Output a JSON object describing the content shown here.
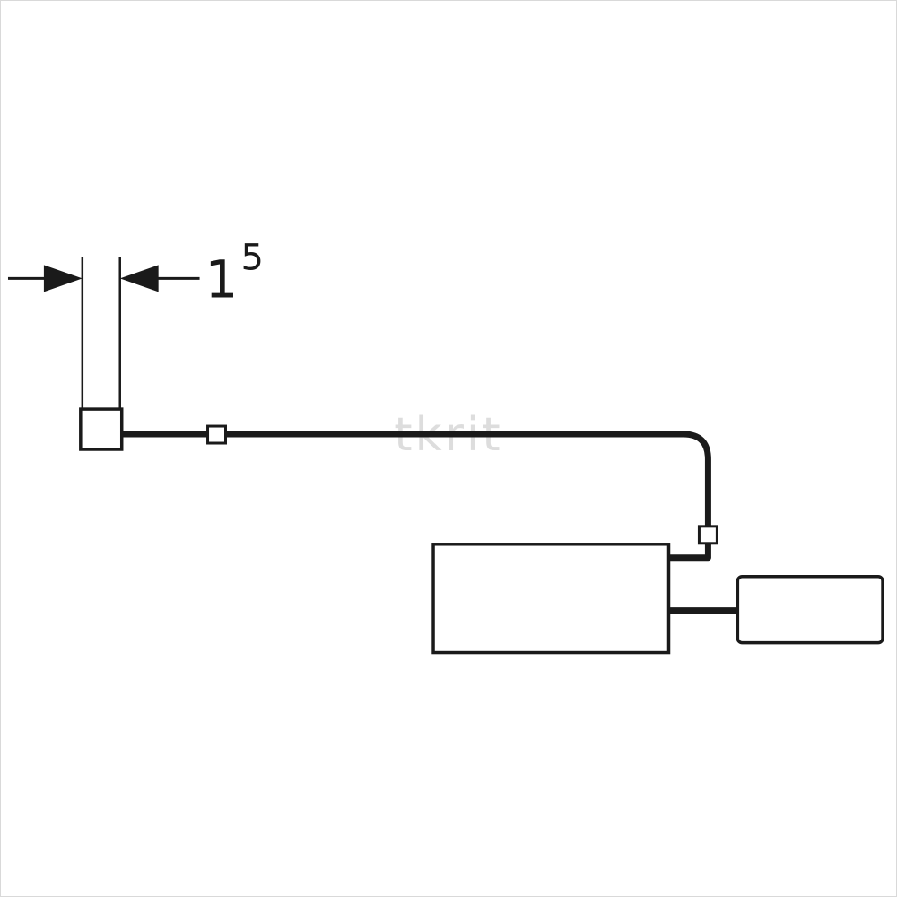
{
  "drawing": {
    "type": "technical-installation-diagram",
    "dimension": {
      "value_main": "1",
      "value_superscript": "5"
    },
    "watermark": {
      "text": "tkrit"
    },
    "colors": {
      "line": "#1a1a1a",
      "background": "#ffffff",
      "page_border": "#d9d9d9",
      "watermark": "#d8d8d8"
    }
  }
}
